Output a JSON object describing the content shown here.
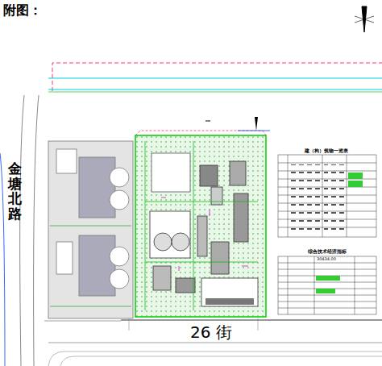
{
  "diagram": {
    "labels": [
      "附图：",
      "金塘北路",
      "建（构）筑物一览表",
      "综合技术经济指标",
      "30434.00",
      "26 街"
    ]
  }
}
